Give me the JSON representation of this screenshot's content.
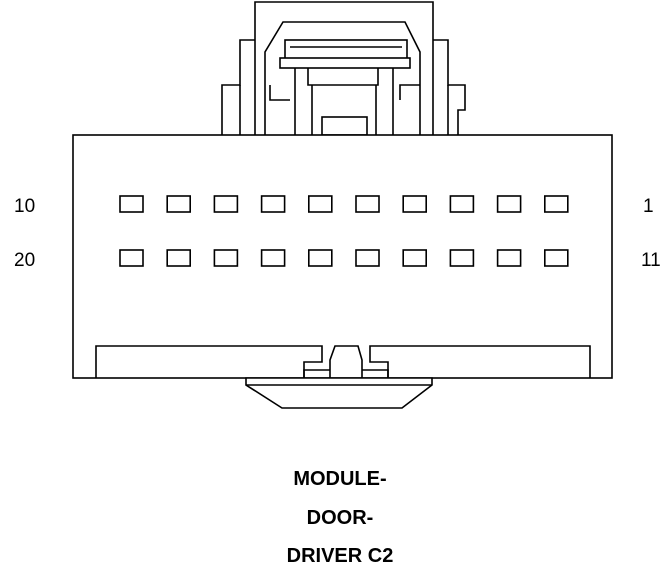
{
  "connector": {
    "pin_labels": {
      "top_left": "10",
      "top_right": "1",
      "bottom_left": "20",
      "bottom_right": "11"
    },
    "rows": 2,
    "cavities_per_row": 10
  },
  "caption": {
    "line1": "MODULE-",
    "line2": "DOOR-",
    "line3": "DRIVER C2"
  }
}
